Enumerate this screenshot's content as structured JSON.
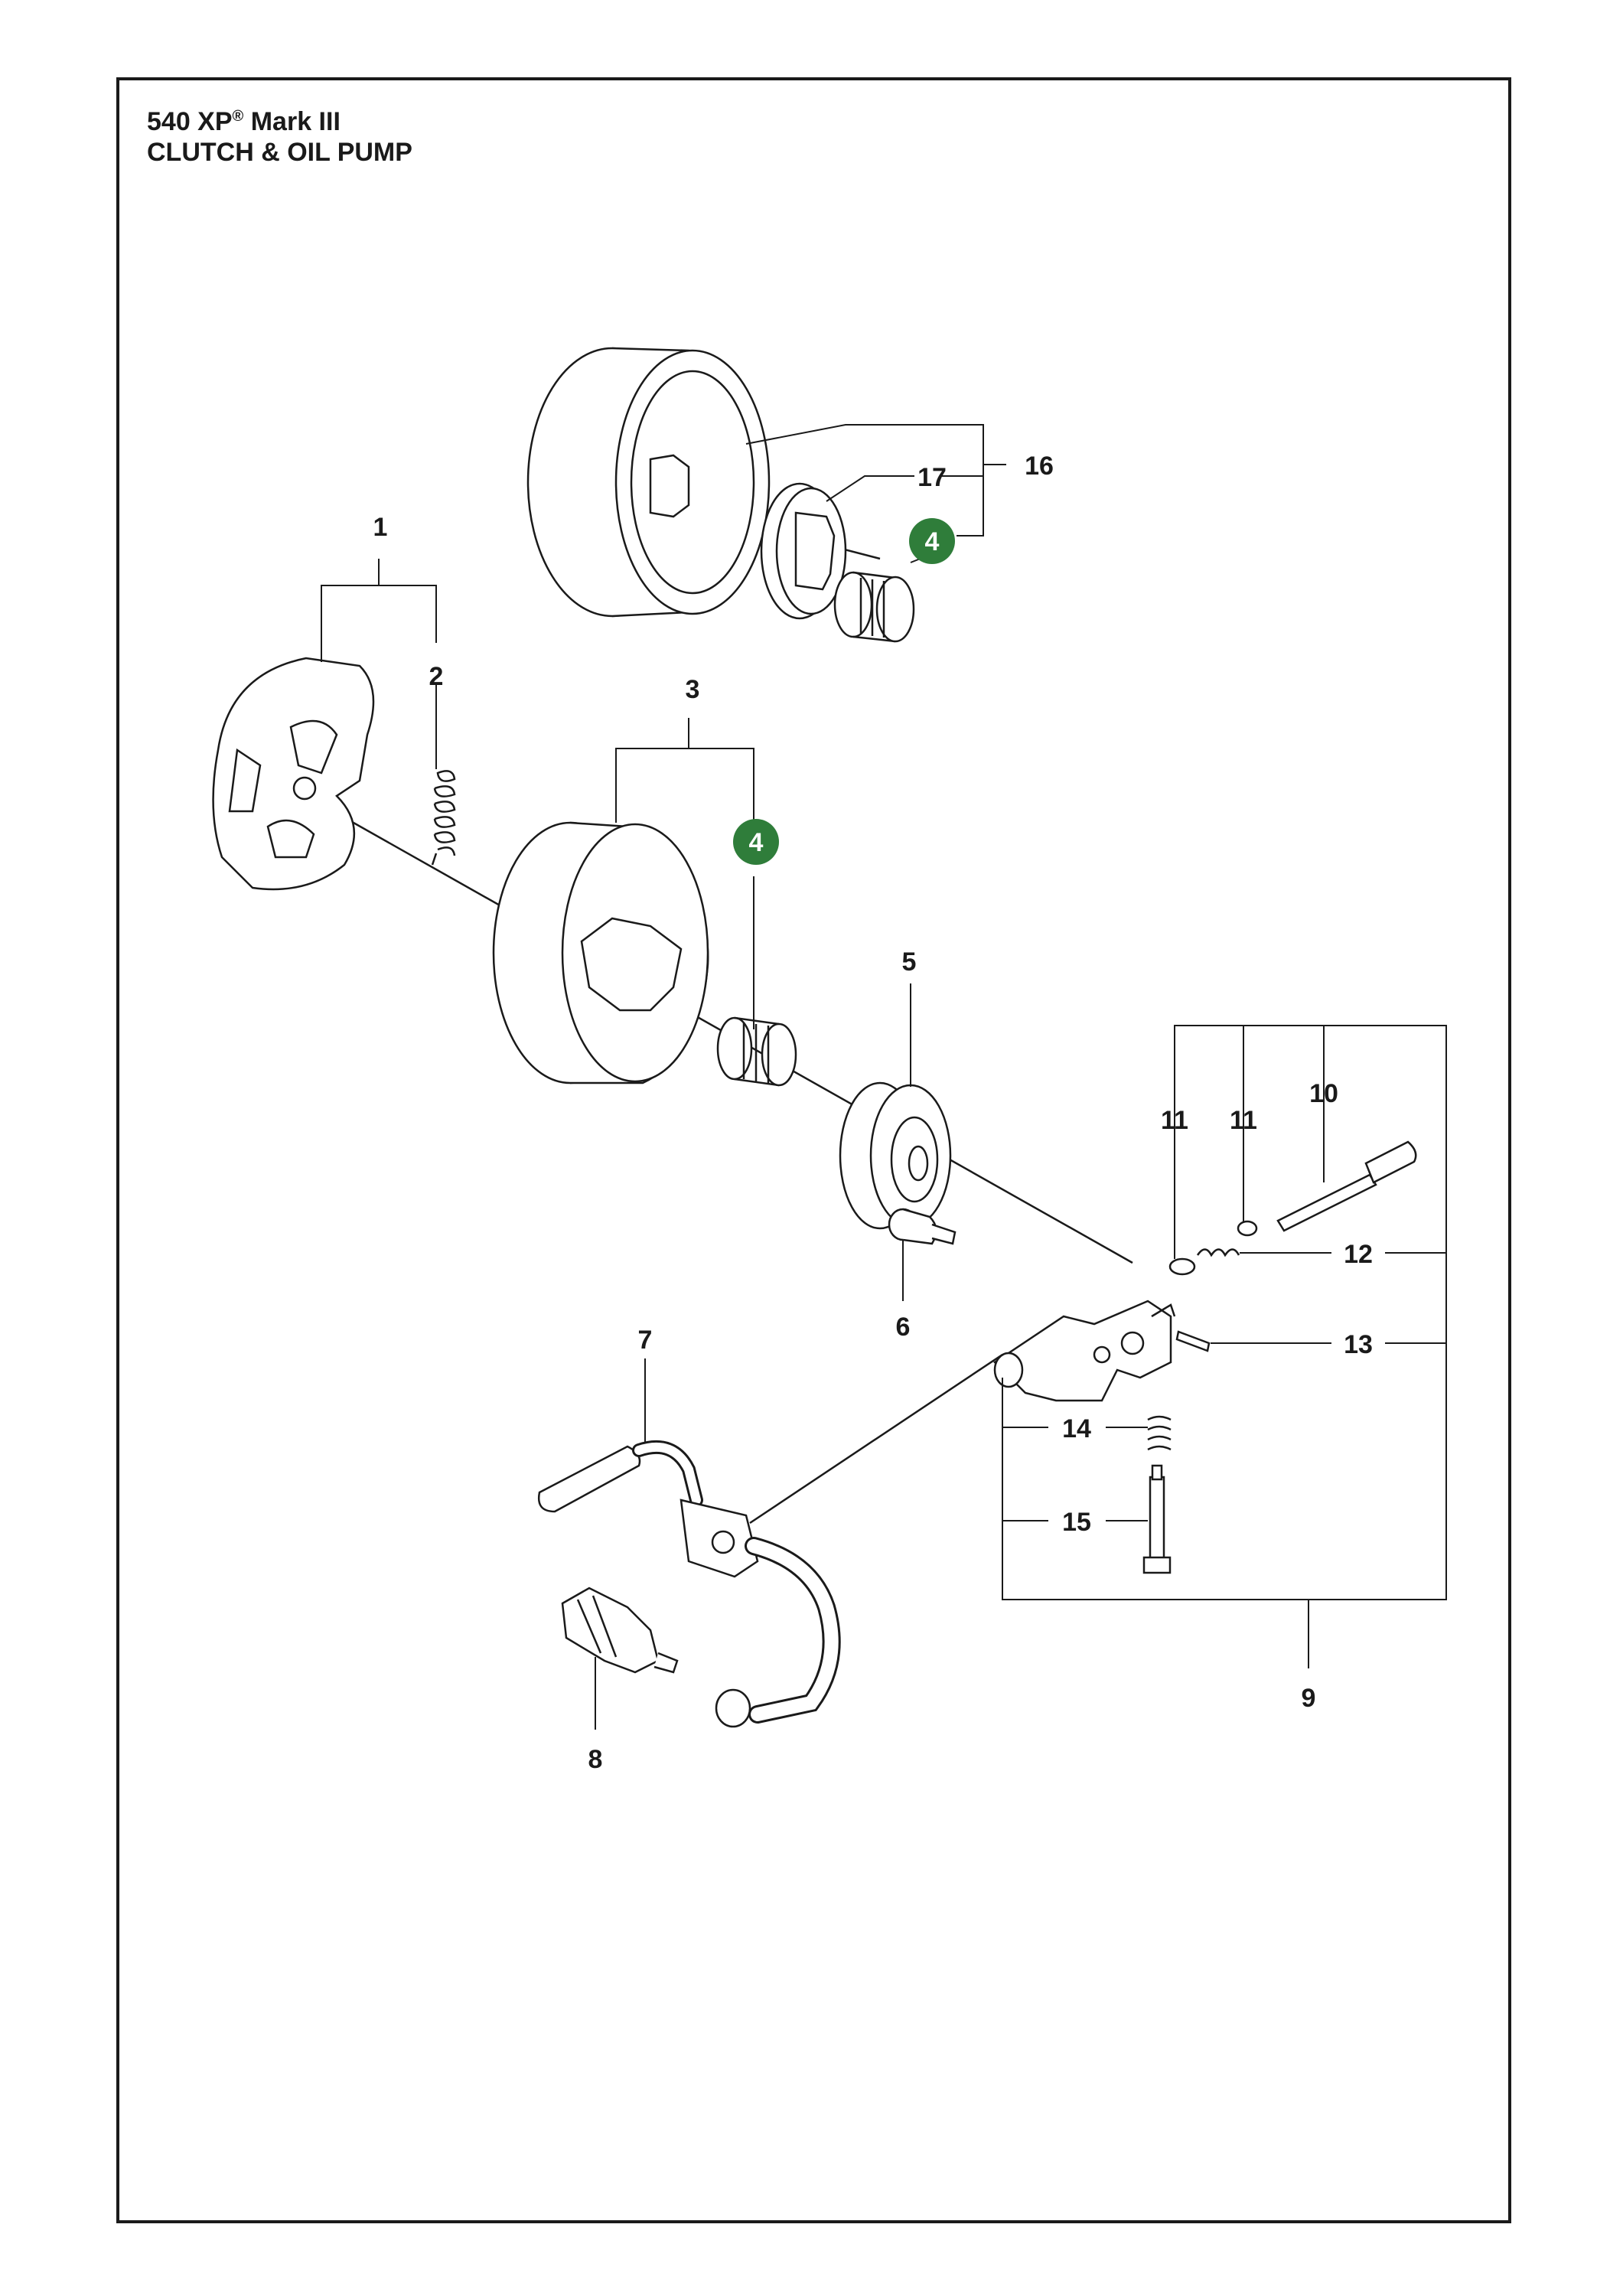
{
  "header": {
    "model": "540 XP",
    "registered": "®",
    "variant": "Mark III",
    "section": "CLUTCH & OIL PUMP"
  },
  "colors": {
    "ink": "#1a1a1a",
    "badge": "#2f7d3a",
    "badge_text": "#ffffff"
  },
  "callouts": {
    "c1": "1",
    "c2": "2",
    "c3": "3",
    "c4a": "4",
    "c4b": "4",
    "c5": "5",
    "c6": "6",
    "c7": "7",
    "c8": "8",
    "c9": "9",
    "c10": "10",
    "c11a": "11",
    "c11b": "11",
    "c12": "12",
    "c13": "13",
    "c14": "14",
    "c15": "15",
    "c16": "16",
    "c17": "17"
  }
}
